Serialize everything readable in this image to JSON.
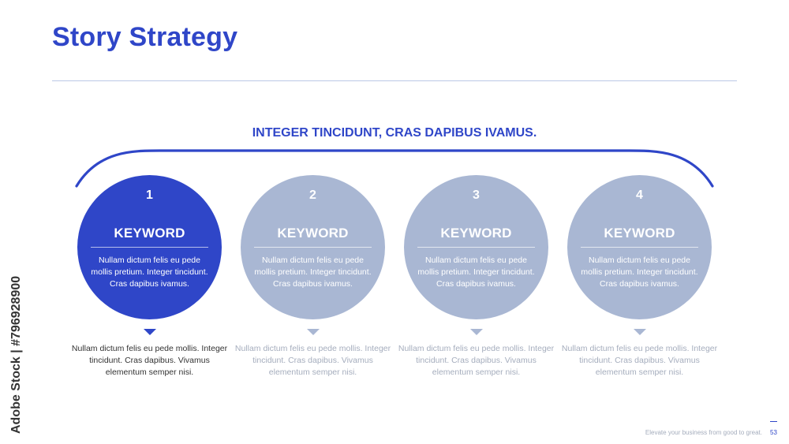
{
  "slide": {
    "title": "Story Strategy",
    "heading": "INTEGER TINCIDUNT, CRAS DAPIBUS IVAMUS.",
    "steps": [
      {
        "number": "1",
        "keyword": "KEYWORD",
        "circle_text": "Nullam dictum felis eu pede mollis pretium. Integer tincidunt. Cras dapibus ivamus.",
        "below_text": "Nullam dictum felis eu pede mollis. Integer tincidunt. Cras dapibus. Vivamus elementum semper nisi.",
        "active": true
      },
      {
        "number": "2",
        "keyword": "KEYWORD",
        "circle_text": "Nullam dictum felis eu pede mollis pretium. Integer tincidunt. Cras dapibus ivamus.",
        "below_text": "Nullam dictum felis eu pede mollis. Integer tincidunt. Cras dapibus. Vivamus elementum semper nisi.",
        "active": false
      },
      {
        "number": "3",
        "keyword": "KEYWORD",
        "circle_text": "Nullam dictum felis eu pede mollis pretium. Integer tincidunt. Cras dapibus ivamus.",
        "below_text": "Nullam dictum felis eu pede mollis. Integer tincidunt. Cras dapibus. Vivamus elementum semper nisi.",
        "active": false
      },
      {
        "number": "4",
        "keyword": "KEYWORD",
        "circle_text": "Nullam dictum felis eu pede mollis pretium. Integer tincidunt. Cras dapibus ivamus.",
        "below_text": "Nullam dictum felis eu pede mollis. Integer tincidunt. Cras dapibus. Vivamus elementum semper nisi.",
        "active": false
      }
    ],
    "footer_text": "Elevate your business from good to great.",
    "page_number": "53"
  },
  "watermark": {
    "text": "Adobe Stock | #796928900"
  },
  "colors": {
    "accent": "#2f46c8",
    "inactive": "#a9b7d3",
    "muted_text": "#a5adbd",
    "body_text": "#333333"
  }
}
